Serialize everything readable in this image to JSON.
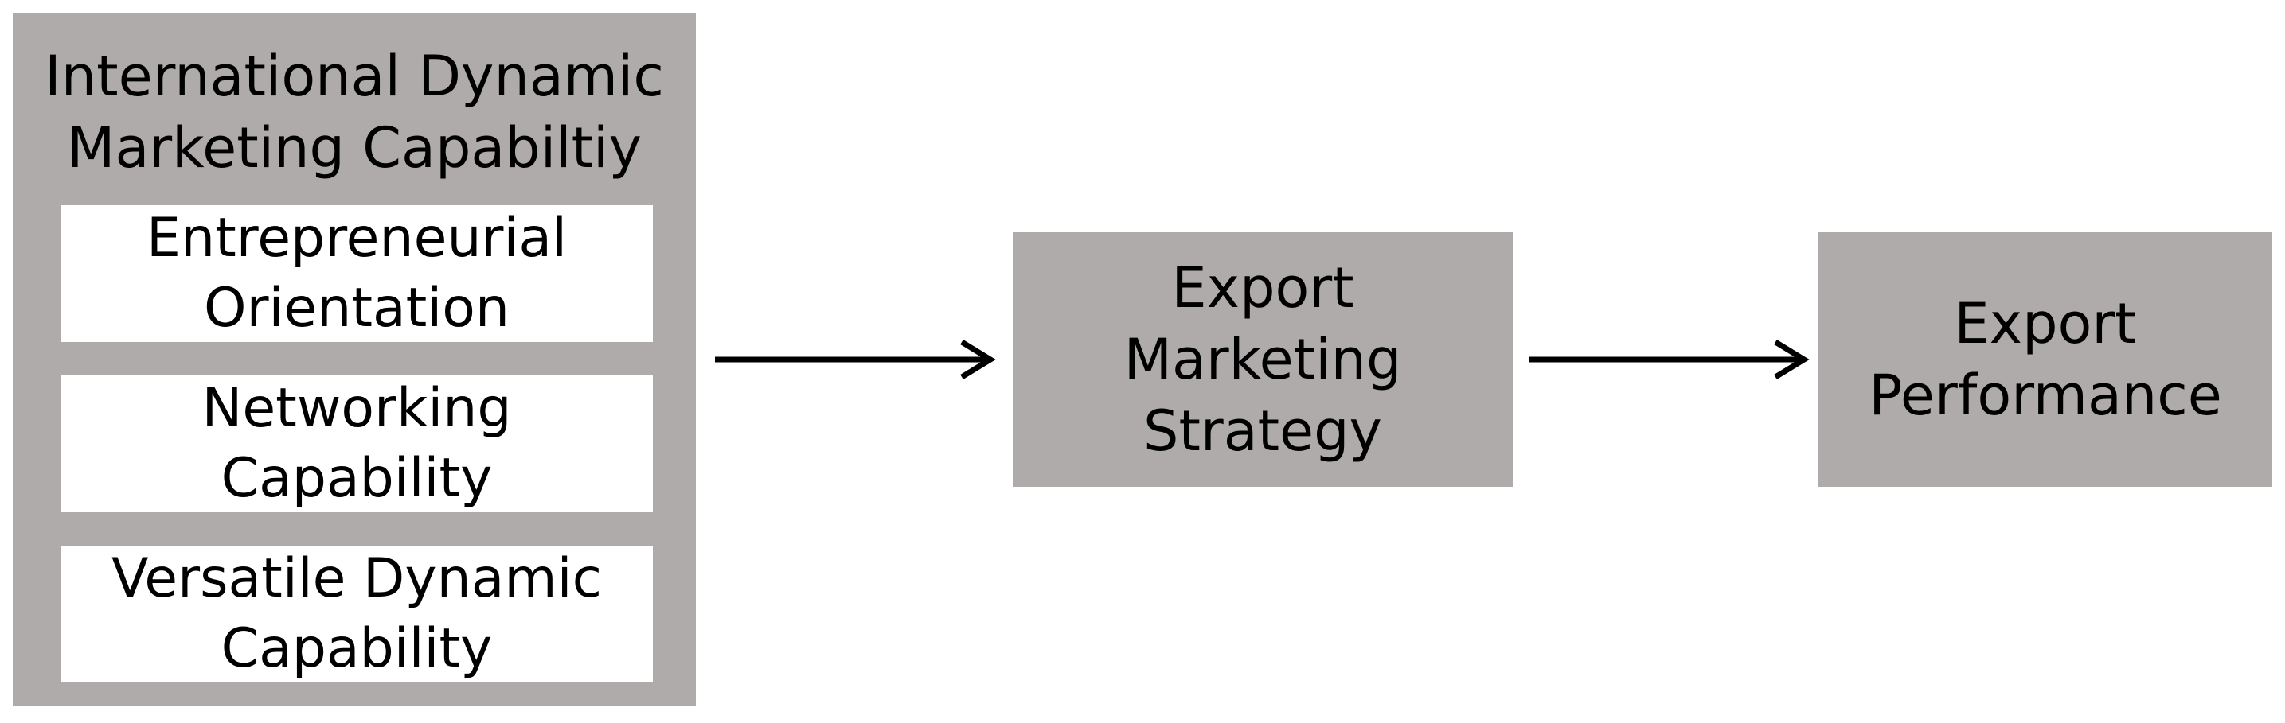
{
  "outer": {
    "title": "International Dynamic\nMarketing Capabiltiy",
    "components": [
      {
        "label": "Entrepreneurial\nOrientation"
      },
      {
        "label": "Networking\nCapability"
      },
      {
        "label": "Versatile Dynamic\nCapability"
      }
    ]
  },
  "middle": {
    "label": "Export\nMarketing\nStrategy"
  },
  "right": {
    "label": "Export\nPerformance"
  },
  "colors": {
    "box_fill": "#aeabaa",
    "inner_fill": "#ffffff",
    "arrow": "#000000"
  }
}
